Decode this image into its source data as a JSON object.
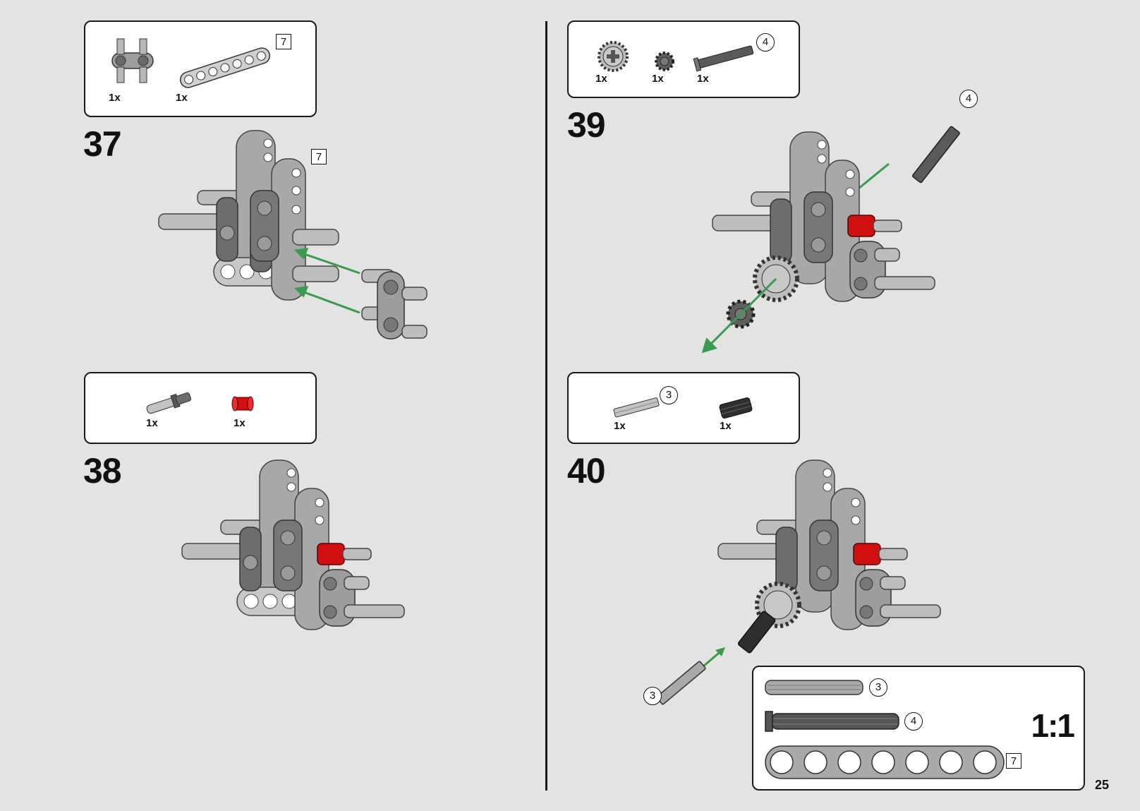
{
  "page_number": "25",
  "steps": [
    {
      "number": "37",
      "callout": {
        "items": [
          {
            "qty": "1x",
            "part": "double-pin-connector-icon"
          },
          {
            "qty": "1x",
            "part": "beam-7-icon"
          }
        ],
        "length": "7"
      },
      "assembly_length": "7"
    },
    {
      "number": "38",
      "callout": {
        "items": [
          {
            "qty": "1x",
            "part": "pin-with-axle-icon"
          },
          {
            "qty": "1x",
            "part": "red-bush-icon"
          }
        ]
      }
    },
    {
      "number": "39",
      "callout": {
        "items": [
          {
            "qty": "1x",
            "part": "gear-16-tooth-icon"
          },
          {
            "qty": "1x",
            "part": "gear-8-tooth-icon"
          },
          {
            "qty": "1x",
            "part": "axle-4-with-stop-icon"
          }
        ],
        "length": "4"
      },
      "assembly_length": "4"
    },
    {
      "number": "40",
      "callout": {
        "items": [
          {
            "qty": "1x",
            "part": "axle-3-icon"
          },
          {
            "qty": "1x",
            "part": "axle-connector-icon"
          }
        ],
        "length": "3"
      },
      "assembly_length": "3"
    }
  ],
  "scale_box": {
    "label": "1:1",
    "parts": [
      {
        "name": "axle-3",
        "length": "3"
      },
      {
        "name": "axle-4-with-stop",
        "length": "4"
      },
      {
        "name": "beam-7",
        "length": "7"
      }
    ]
  },
  "colors": {
    "background": "#e3e3e3",
    "part_light": "#a9a9a9",
    "part_dark": "#5a5a5a",
    "part_red": "#d01010",
    "arrow": "#3a9b4e"
  }
}
